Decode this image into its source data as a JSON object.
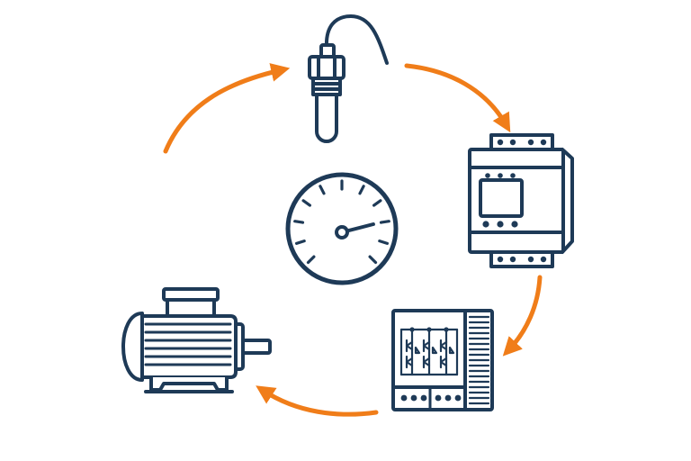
{
  "colors": {
    "ink": "#1e3a57",
    "accent": "#f07d19",
    "background": "#ffffff"
  },
  "nodes": [
    {
      "id": "sensor",
      "icon": "temperature-sensor-icon"
    },
    {
      "id": "controller",
      "icon": "din-rail-controller-icon"
    },
    {
      "id": "drive",
      "icon": "inverter-drive-icon"
    },
    {
      "id": "motor",
      "icon": "electric-motor-icon"
    },
    {
      "id": "gauge",
      "icon": "speed-gauge-icon"
    }
  ],
  "flows": [
    {
      "from": "sensor",
      "to": "controller"
    },
    {
      "from": "controller",
      "to": "drive"
    },
    {
      "from": "drive",
      "to": "motor"
    },
    {
      "from": "motor",
      "to": "sensor"
    }
  ],
  "gauge": {
    "needle_fraction": 0.78
  }
}
